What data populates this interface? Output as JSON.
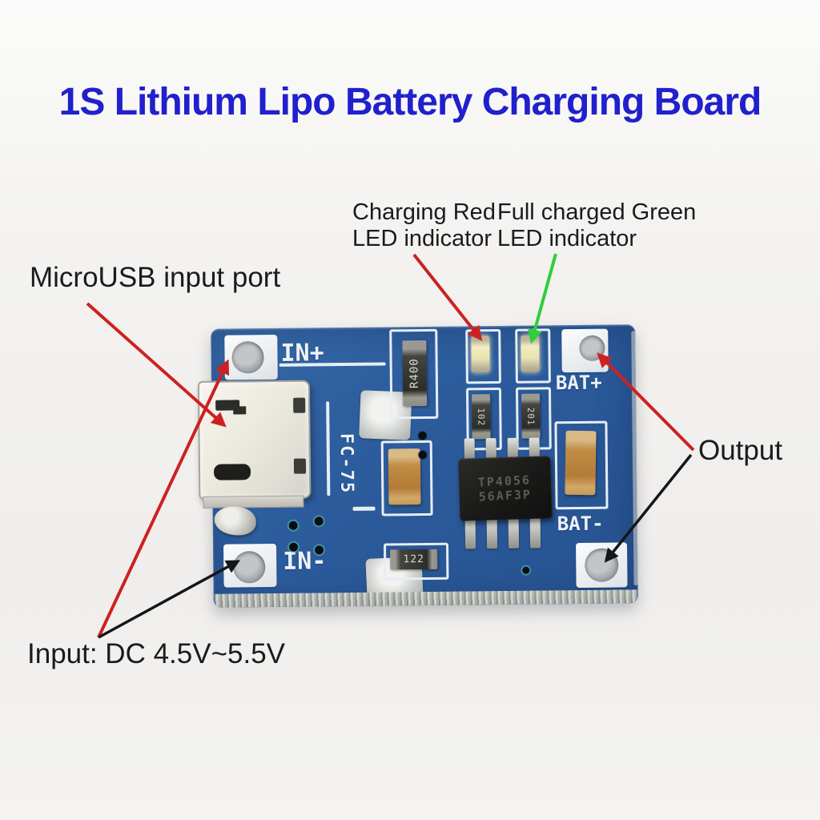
{
  "page": {
    "title": "1S Lithium Lipo Battery Charging Board",
    "title_color": "#2120cd",
    "background": "#f3f2f0"
  },
  "annotations": {
    "charging_led_line1": "Charging Red",
    "charging_led_line2": "LED indicator",
    "full_led_line1": "Full charged Green",
    "full_led_line2": "LED indicator",
    "microusb": "MicroUSB input port",
    "output": "Output",
    "input": "Input: DC 4.5V~5.5V"
  },
  "arrows": {
    "red": "#cd2121",
    "green": "#2fce3a",
    "black": "#161616"
  },
  "board": {
    "colors": {
      "pcb_blue": "#2e5f9f",
      "silkscreen": "#edf2f7"
    },
    "silkscreen": {
      "in_plus": "IN+",
      "in_minus": "IN-",
      "bat_plus": "BAT+",
      "bat_minus": "BAT-",
      "model": "FC-75"
    },
    "chip": {
      "line1": "TP4056",
      "line2": "56AF3P"
    },
    "resistors": {
      "sense": "R400",
      "prog": "122",
      "led_left": "102",
      "led_right": "201"
    }
  }
}
